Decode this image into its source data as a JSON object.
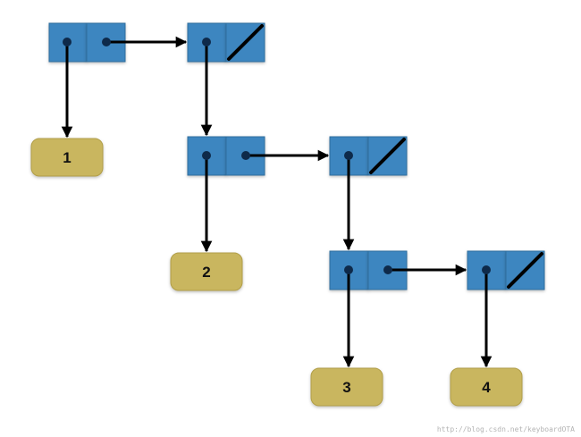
{
  "colors": {
    "cell_fill": "#3d86c0",
    "cell_stroke": "#2d6e9e",
    "value_fill": "#c9b65e",
    "value_stroke": "#b19e48",
    "pointer": "#000000",
    "dot": "#0e2a4a"
  },
  "values": [
    "1",
    "2",
    "3",
    "4"
  ],
  "watermark": "http://blog.csdn.net/keyboardOTA"
}
